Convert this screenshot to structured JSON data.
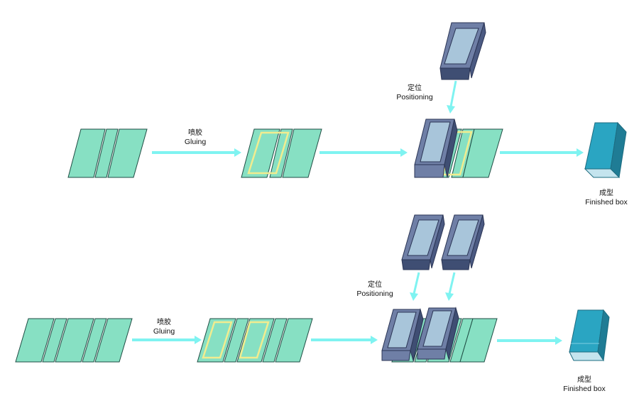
{
  "labels": {
    "gluing_cn": "喷胶",
    "gluing_en": "Gluing",
    "positioning_cn": "定位",
    "positioning_en": "Positioning",
    "finished_cn": "成型",
    "finished_en": "Finished box"
  },
  "colors": {
    "sheet_fill": "#87e0c3",
    "sheet_stroke": "#1f4d44",
    "glue_line": "#f1ec8f",
    "arrow": "#7ff3f1",
    "box_wall": "#6f7fa6",
    "box_inner": "#a8c5da",
    "box_dark": "#3f4e73",
    "finished_box": "#2aa5c2"
  },
  "processes": [
    {
      "name": "single-slot",
      "panels": 3
    },
    {
      "name": "double-slot",
      "panels": 5
    }
  ]
}
